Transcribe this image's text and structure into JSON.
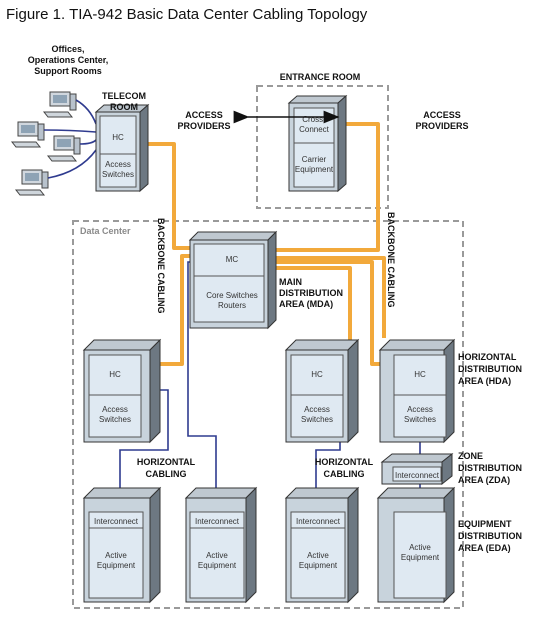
{
  "title": "Figure 1. TIA-942 Basic Data Center Cabling Topology",
  "offices": [
    "Offices,",
    "Operations Center,",
    "Support Rooms"
  ],
  "telecom_room": [
    "TELECOM",
    "ROOM"
  ],
  "entrance_room": "ENTRANCE ROOM",
  "access_providers_left": [
    "ACCESS",
    "PROVIDERS"
  ],
  "access_providers_right": [
    "ACCESS",
    "PROVIDERS"
  ],
  "data_center": "Data Center",
  "backbone_left": "BACKBONE CABLING",
  "backbone_right": "BACKBONE CABLING",
  "mda_label": [
    "MAIN",
    "DISTRIBUTION",
    "AREA (MDA)"
  ],
  "hda_label": [
    "HORIZONTAL",
    "DISTRIBUTION",
    "AREA (HDA)"
  ],
  "zda_label": [
    "ZONE",
    "DISTRIBUTION",
    "AREA (ZDA)"
  ],
  "eda_label": [
    "EQUIPMENT",
    "DISTRIBUTION",
    "AREA (EDA)"
  ],
  "horizontal_left": [
    "HORIZONTAL",
    "CABLING"
  ],
  "horizontal_right": [
    "HORIZONTAL",
    "CABLING"
  ],
  "cabinets": {
    "hc": "HC",
    "access_switches": [
      "Access",
      "Switches"
    ],
    "cross_connect": [
      "Cross-",
      "Connect"
    ],
    "carrier_equipment": [
      "Carrier",
      "Equipment"
    ],
    "mc": "MC",
    "core": [
      "Core Switches",
      "Routers"
    ],
    "interconnect": "Interconnect",
    "active_equipment": [
      "Active",
      "Equipment"
    ]
  },
  "colors": {
    "backbone": "#f2a93b",
    "horizontal": "#2f3b8f",
    "cabinet_front": "#dfe9f2",
    "cabinet_dark": "#6d7882",
    "dashed": "#9a9a9a"
  }
}
